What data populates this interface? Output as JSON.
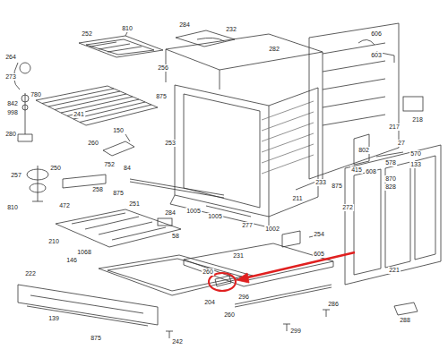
{
  "diagram": {
    "labels": [
      "252",
      "810",
      "284",
      "232",
      "282",
      "606",
      "603",
      "264",
      "273",
      "780",
      "842",
      "998",
      "241",
      "256",
      "875",
      "218",
      "217",
      "280",
      "150",
      "260",
      "253",
      "752",
      "84",
      "257",
      "250",
      "258",
      "802",
      "415",
      "27",
      "578",
      "570",
      "608",
      "133",
      "233",
      "870",
      "828",
      "810",
      "875",
      "277",
      "211",
      "875",
      "1005",
      "1005",
      "284",
      "272",
      "472",
      "251",
      "58",
      "210",
      "1002",
      "254",
      "605",
      "231",
      "221",
      "1068",
      "146",
      "222",
      "260",
      "296",
      "139",
      "204",
      "260",
      "286",
      "288",
      "299",
      "875",
      "242"
    ]
  }
}
